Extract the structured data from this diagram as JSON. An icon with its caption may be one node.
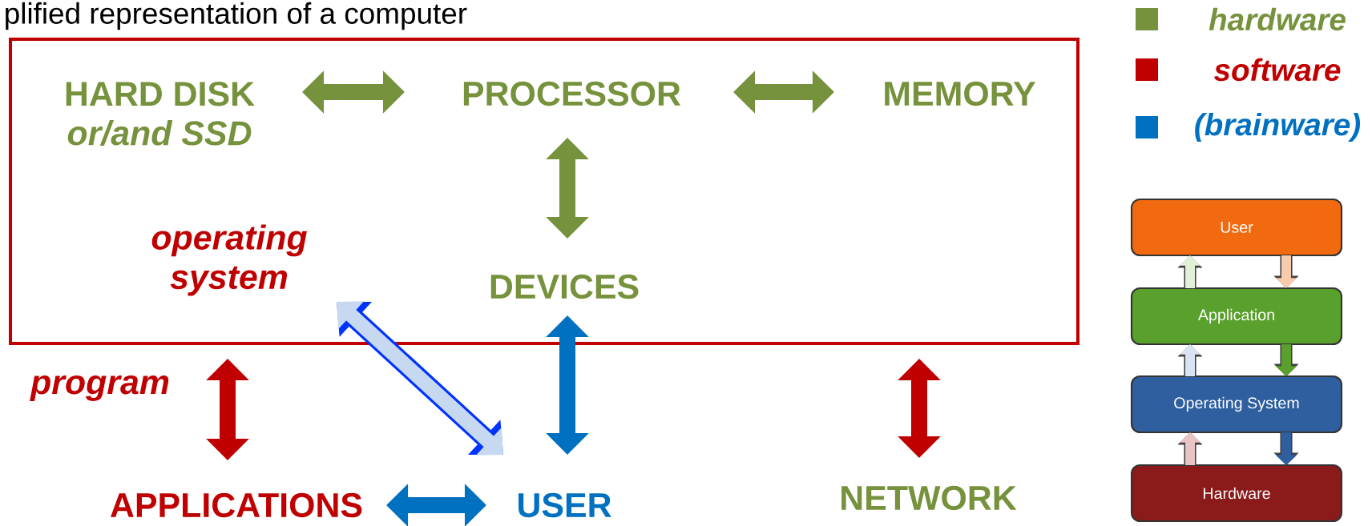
{
  "diagram": {
    "title": "plified representation of a computer",
    "nodes": [
      {
        "text": [],
        "shape": "box"
      },
      {
        "text": [
          "operating system"
        ],
        "in": 0
      },
      {
        "text": [
          "HARD DISK",
          "or/and SSD"
        ],
        "in": 0
      },
      {
        "text": [
          "PROCESSOR"
        ],
        "in": 0
      },
      {
        "text": [
          "MEMORY"
        ],
        "in": 0
      },
      {
        "text": [
          "DEVICES"
        ],
        "in": 0
      },
      {
        "text": [
          "APPLICATIONS"
        ]
      },
      {
        "text": [
          "USER"
        ]
      },
      {
        "text": [
          "NETWORK"
        ]
      },
      {
        "text": [
          "User"
        ]
      },
      {
        "text": [
          "Application"
        ]
      },
      {
        "text": [
          "Operating System"
        ]
      },
      {
        "text": [
          "Hardware"
        ]
      }
    ],
    "edges": [
      {
        "from": 2,
        "to": 3,
        "arrow": "both",
        "color": "#76923c"
      },
      {
        "from": 3,
        "to": 4,
        "arrow": "both",
        "color": "#76923c"
      },
      {
        "from": 3,
        "to": 5,
        "arrow": "both",
        "color": "#76923c"
      },
      {
        "from": 7,
        "to": 5,
        "arrow": "both",
        "color": "#0070c0"
      },
      {
        "from": 1,
        "to": 7,
        "arrow": "both",
        "color": "#c6d9f1"
      },
      {
        "from": 0,
        "to": 6,
        "arrow": "both",
        "color": "#c00000",
        "label": "program"
      },
      {
        "from": 0,
        "to": 8,
        "arrow": "both",
        "color": "#c00000"
      },
      {
        "from": 6,
        "to": 7,
        "arrow": "both",
        "color": "#0070c0"
      },
      {
        "from": 10,
        "to": 9,
        "arrow": "to",
        "color": "#e2efd9"
      },
      {
        "from": 9,
        "to": 10,
        "arrow": "to",
        "color": "#f8cbad"
      },
      {
        "from": 11,
        "to": 10,
        "arrow": "to",
        "color": "#dae3f3"
      },
      {
        "from": 10,
        "to": 11,
        "arrow": "to",
        "color": "#5aa02c"
      },
      {
        "from": 12,
        "to": 11,
        "arrow": "to",
        "color": "#e8c4c4"
      },
      {
        "from": 11,
        "to": 12,
        "arrow": "to",
        "color": "#2f5f9f"
      }
    ],
    "legend": [
      {
        "text": "hardware",
        "color": "#76923c"
      },
      {
        "text": "software",
        "color": "#c00000"
      },
      {
        "text": "(brainware)",
        "color": "#0070c0"
      }
    ]
  }
}
